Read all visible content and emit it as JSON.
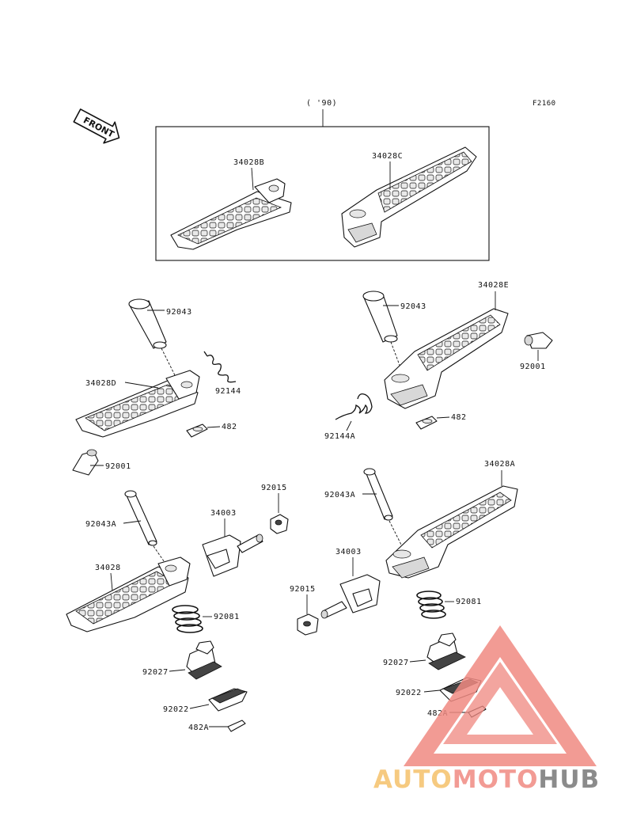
{
  "header": {
    "year_label": "( '90)",
    "figure_code": "F2160"
  },
  "front_arrow": {
    "label": "FRONT"
  },
  "parts": {
    "p34028B": "34028B",
    "p34028C": "34028C",
    "p34028D": "34028D",
    "p34028E": "34028E",
    "p34028A": "34028A",
    "p34028": "34028",
    "p92043_l": "92043",
    "p92043_r": "92043",
    "p92144": "92144",
    "p92144A": "92144A",
    "p482_l": "482",
    "p482_r": "482",
    "p92001_l": "92001",
    "p92001_r": "92001",
    "p92043A_l": "92043A",
    "p92043A_r": "92043A",
    "p34003_l": "34003",
    "p34003_r": "34003",
    "p92015_l": "92015",
    "p92015_r": "92015",
    "p92081_l": "92081",
    "p92081_r": "92081",
    "p92027_l": "92027",
    "p92027_r": "92027",
    "p92022_l": "92022",
    "p92022_r": "92022",
    "p482A_l": "482A",
    "p482A_r": "482A"
  },
  "watermark": {
    "part1": "AUTO",
    "part2": "MOTO",
    "part3": "HUB",
    "colors": {
      "auto": "#f5c16a",
      "moto": "#f08a82",
      "hub": "#777777",
      "triangle": "#f08a82"
    }
  }
}
